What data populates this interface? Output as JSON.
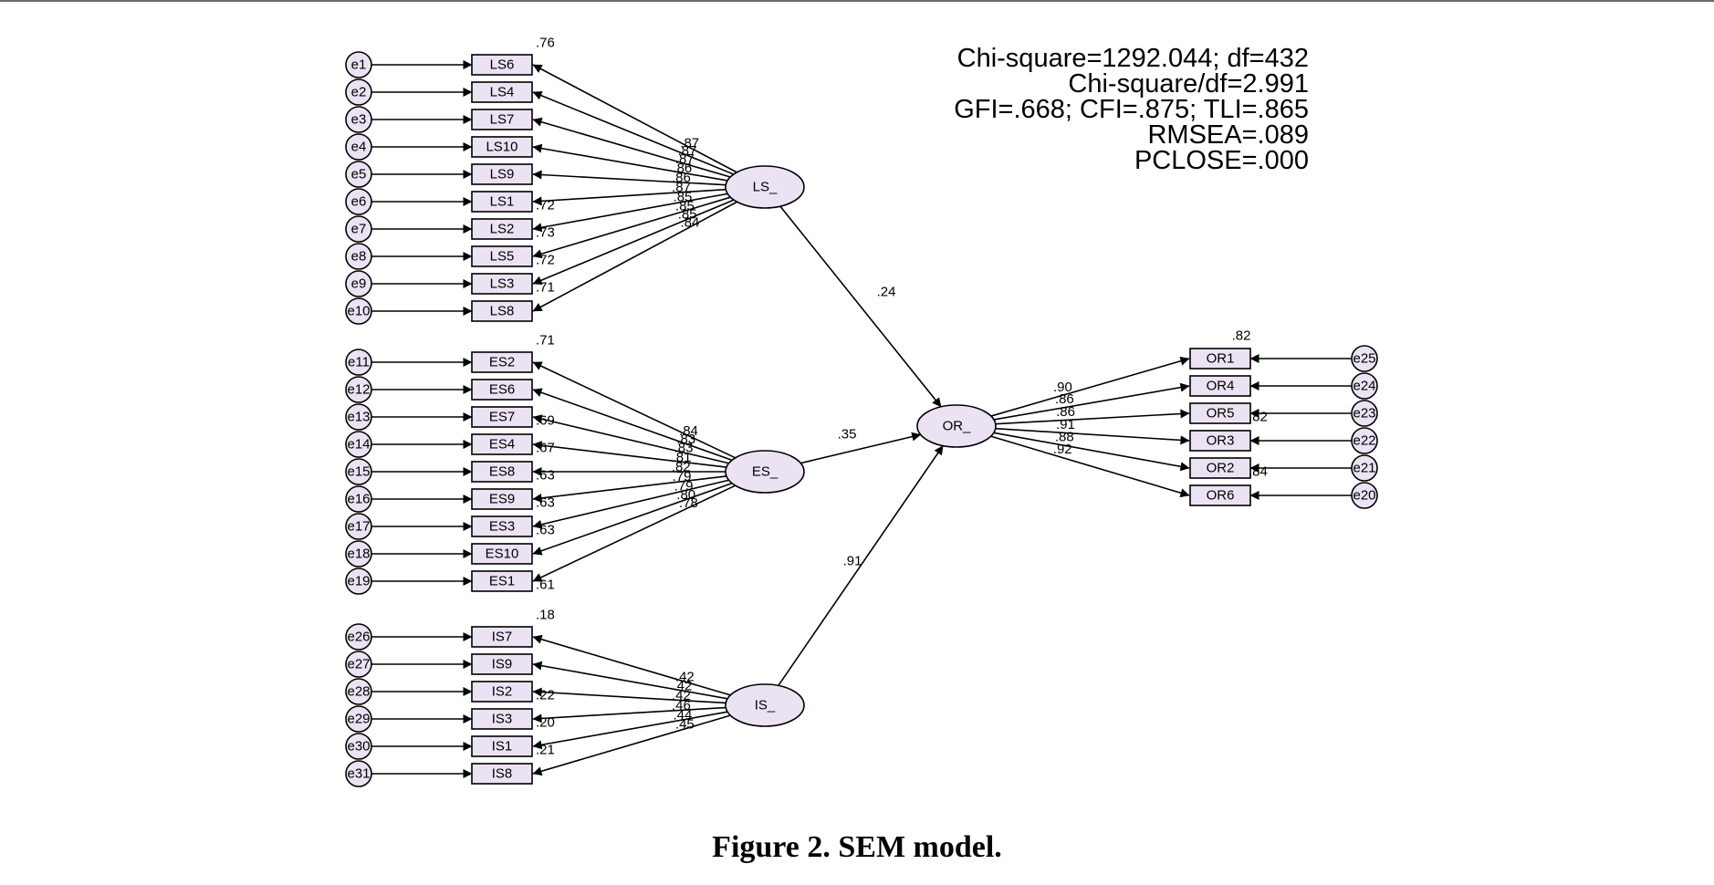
{
  "caption": "Figure 2. SEM model.",
  "fit_indices": [
    "Chi-square=1292.044; df=432",
    "Chi-square/df=2.991",
    "GFI=.668; CFI=.875; TLI=.865",
    "RMSEA=.089",
    "PCLOSE=.000"
  ],
  "colors": {
    "node_fill": "#ebe2f3",
    "box_fill": "#ebe2f3",
    "stroke": "#000000"
  },
  "latents": [
    {
      "id": "LS_",
      "label": "LS_",
      "top_r2": ".76",
      "indicators": [
        {
          "label": "LS6",
          "error": "e1",
          "loading": ".87",
          "r2": ""
        },
        {
          "label": "LS4",
          "error": "e2",
          "loading": ".87",
          "r2": ""
        },
        {
          "label": "LS7",
          "error": "e3",
          "loading": ".87",
          "r2": ""
        },
        {
          "label": "LS10",
          "error": "e4",
          "loading": ".86",
          "r2": ""
        },
        {
          "label": "LS9",
          "error": "e5",
          "loading": ".86",
          "r2": ""
        },
        {
          "label": "LS1",
          "error": "e6",
          "loading": ".87",
          "r2": ".72"
        },
        {
          "label": "LS2",
          "error": "e7",
          "loading": ".85",
          "r2": ".73"
        },
        {
          "label": "LS5",
          "error": "e8",
          "loading": ".85",
          "r2": ".72"
        },
        {
          "label": "LS3",
          "error": "e9",
          "loading": ".85",
          "r2": ".71"
        },
        {
          "label": "LS8",
          "error": "e10",
          "loading": ".84",
          "r2": ""
        }
      ]
    },
    {
      "id": "ES_",
      "label": "ES_",
      "top_r2": ".71",
      "indicators": [
        {
          "label": "ES2",
          "error": "e11",
          "loading": ".84",
          "r2": ""
        },
        {
          "label": "ES6",
          "error": "e12",
          "loading": ".83",
          "r2": ""
        },
        {
          "label": "ES7",
          "error": "e13",
          "loading": ".83",
          "r2": ".69"
        },
        {
          "label": "ES4",
          "error": "e14",
          "loading": ".81",
          "r2": ".67"
        },
        {
          "label": "ES8",
          "error": "e15",
          "loading": ".82",
          "r2": ".63"
        },
        {
          "label": "ES9",
          "error": "e16",
          "loading": ".79",
          "r2": ".63"
        },
        {
          "label": "ES3",
          "error": "e17",
          "loading": ".79",
          "r2": ".63"
        },
        {
          "label": "ES10",
          "error": "e18",
          "loading": ".80",
          "r2": ""
        },
        {
          "label": "ES1",
          "error": "e19",
          "loading": ".78",
          "r2": ".61"
        }
      ]
    },
    {
      "id": "IS_",
      "label": "IS_",
      "top_r2": ".18",
      "indicators": [
        {
          "label": "IS7",
          "error": "e26",
          "loading": ".42",
          "r2": ""
        },
        {
          "label": "IS9",
          "error": "e27",
          "loading": ".42",
          "r2": ""
        },
        {
          "label": "IS2",
          "error": "e28",
          "loading": ".42",
          "r2": ".22"
        },
        {
          "label": "IS3",
          "error": "e29",
          "loading": ".46",
          "r2": ".20"
        },
        {
          "label": "IS1",
          "error": "e30",
          "loading": ".44",
          "r2": ".21"
        },
        {
          "label": "IS8",
          "error": "e31",
          "loading": ".45",
          "r2": ""
        }
      ]
    }
  ],
  "outcome": {
    "id": "OR_",
    "label": "OR_",
    "top_r2": ".82",
    "indicators": [
      {
        "label": "OR1",
        "error": "e25",
        "loading": ".90",
        "r2": ""
      },
      {
        "label": "OR4",
        "error": "e24",
        "loading": ".86",
        "r2": ""
      },
      {
        "label": "OR5",
        "error": "e23",
        "loading": ".86",
        "r2": ".82"
      },
      {
        "label": "OR3",
        "error": "e22",
        "loading": ".91",
        "r2": ""
      },
      {
        "label": "OR2",
        "error": "e21",
        "loading": ".88",
        "r2": ".84"
      },
      {
        "label": "OR6",
        "error": "e20",
        "loading": ".92",
        "r2": ""
      }
    ]
  },
  "paths": [
    {
      "from": "LS_",
      "to": "OR_",
      "coef": ".24"
    },
    {
      "from": "ES_",
      "to": "OR_",
      "coef": ".35"
    },
    {
      "from": "IS_",
      "to": "OR_",
      "coef": ".91"
    }
  ]
}
